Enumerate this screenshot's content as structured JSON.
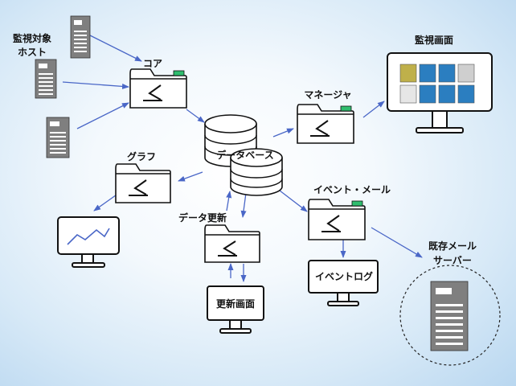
{
  "labels": {
    "monitored_hosts": [
      "監視対象",
      "ホスト"
    ],
    "core": "コア",
    "monitor_screen": "監視画面",
    "manager": "マネージャ",
    "graph": "グラフ",
    "database": "データベース",
    "event_mail": "イベント・メール",
    "data_update": "データ更新",
    "existing_mail_server": [
      "既存メール",
      "サーバー"
    ],
    "event_log": "イベントログ",
    "update_screen": "更新画面"
  },
  "colors": {
    "arrow": "#4a67c7",
    "folder_tab": "#2fbd6e",
    "outline": "#111111"
  }
}
